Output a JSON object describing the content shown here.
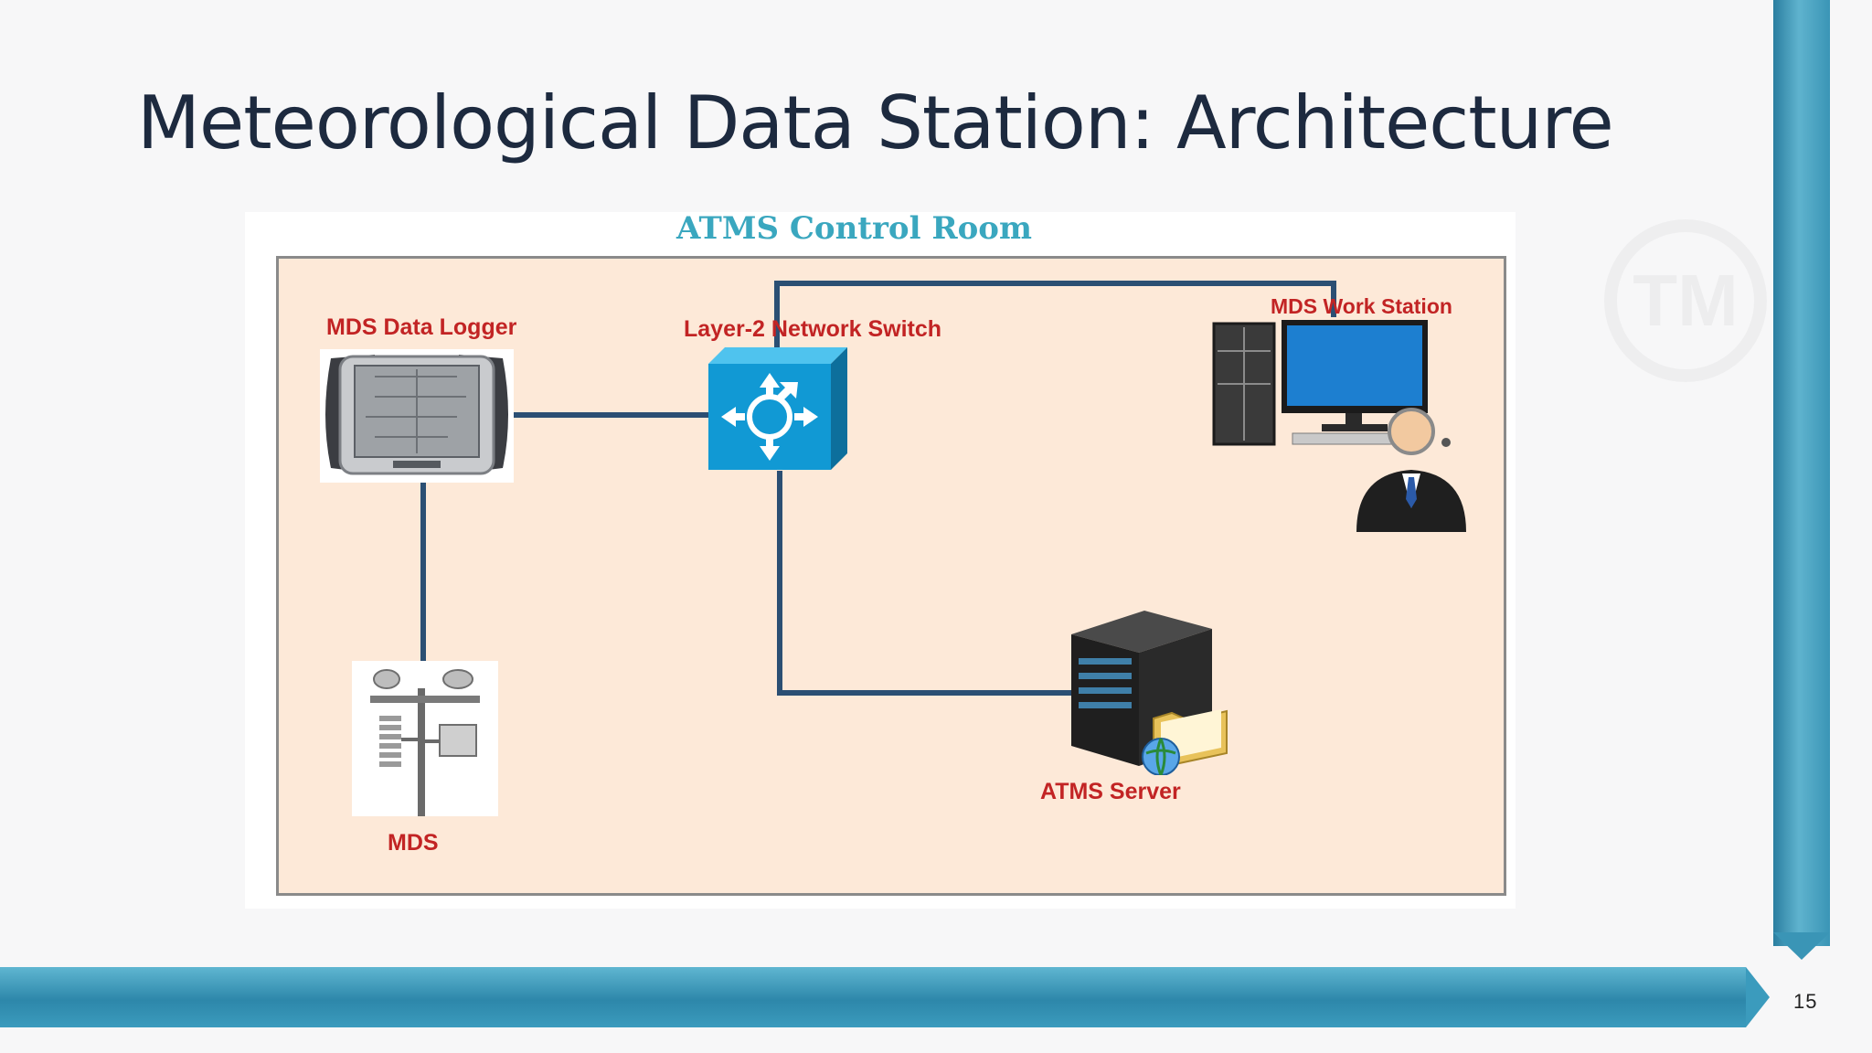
{
  "slide": {
    "title": "Meteorological Data Station: Architecture",
    "page_number": "15",
    "watermark_text": "TM",
    "accent_color": "#3a95b6"
  },
  "diagram": {
    "container_title": "ATMS Control Room",
    "container_fill": "#fde9d8",
    "label_color": "#c22424",
    "link_color": "#2b4f73",
    "nodes": [
      {
        "id": "logger",
        "label": "MDS Data Logger",
        "icon": "data-logger-icon"
      },
      {
        "id": "switch",
        "label": "Layer-2 Network Switch",
        "icon": "network-switch-icon"
      },
      {
        "id": "workstation",
        "label": "MDS Work Station",
        "icon": "workstation-icon"
      },
      {
        "id": "mds",
        "label": "MDS",
        "icon": "weather-station-icon"
      },
      {
        "id": "server",
        "label": "ATMS Server",
        "icon": "server-icon"
      }
    ],
    "edges": [
      {
        "from": "mds",
        "to": "logger"
      },
      {
        "from": "logger",
        "to": "switch"
      },
      {
        "from": "switch",
        "to": "workstation"
      },
      {
        "from": "switch",
        "to": "server"
      }
    ]
  }
}
